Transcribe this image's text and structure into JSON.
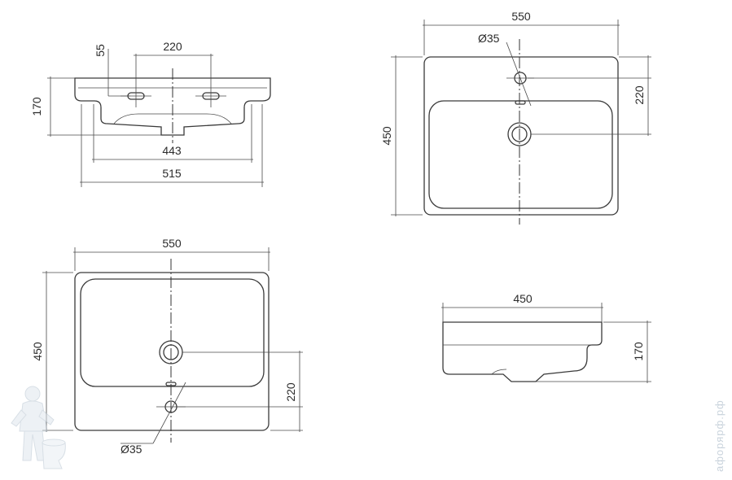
{
  "views": {
    "front": {
      "dims": {
        "height": "170",
        "tap_spacing": "220",
        "tap_offset": "55",
        "inner_width": "443",
        "outer_width": "515"
      }
    },
    "top_right": {
      "dims": {
        "width": "550",
        "depth": "450",
        "hole_offset": "220",
        "hole_diameter": "Ø35"
      }
    },
    "bottom_left": {
      "dims": {
        "width": "550",
        "depth": "450",
        "hole_offset": "220",
        "hole_diameter": "Ø35"
      }
    },
    "side": {
      "dims": {
        "width": "450",
        "height": "170"
      }
    }
  },
  "watermark": {
    "text": "афорярф.рф"
  },
  "colors": {
    "line": "#3a3a3a",
    "watermark": "#c9d3dc"
  }
}
